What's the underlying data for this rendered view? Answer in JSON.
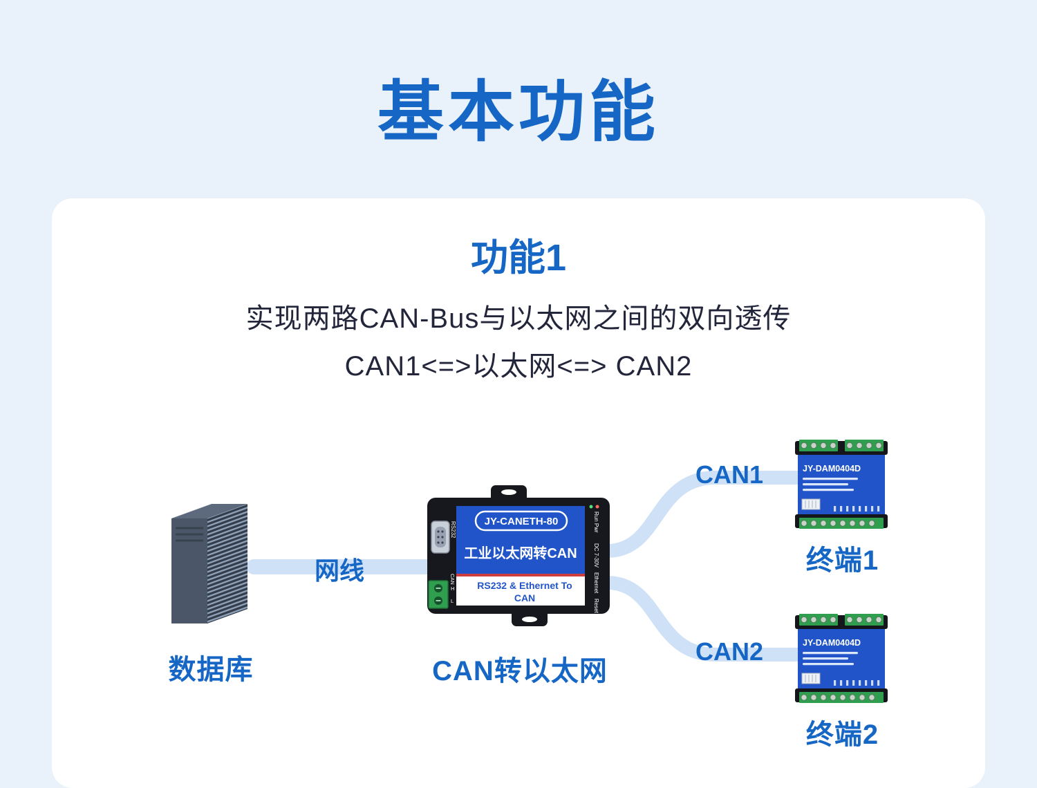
{
  "page": {
    "title": "基本功能",
    "colors": {
      "background": "#e9f1fb",
      "accent_blue": "#1667c5",
      "connector_blue": "#cfe1f6",
      "device_blue": "#2154c8",
      "device_black": "#17181d",
      "terminal_green": "#2f9e4f"
    }
  },
  "card": {
    "heading": "功能1",
    "description_line1": "实现两路CAN-Bus与以太网之间的双向透传",
    "description_line2": "CAN1<=>以太网<=> CAN2"
  },
  "diagram": {
    "database": {
      "label": "数据库"
    },
    "cable": {
      "label": "网线"
    },
    "converter": {
      "label": "CAN转以太网",
      "model": "JY-CANETH-80",
      "name_cn": "工业以太网转CAN",
      "name_en_line1": "RS232 & Ethernet To",
      "name_en_line2": "CAN",
      "left_port_top": "RS232",
      "left_port_bottom": "CAN",
      "pin_h": "H",
      "pin_l": "L",
      "side_leds": "Run Pwr",
      "side_power": "DC 7-30V",
      "side_ethernet": "Ethernet",
      "side_reset": "Reset"
    },
    "link1": {
      "label": "CAN1"
    },
    "link2": {
      "label": "CAN2"
    },
    "terminal1": {
      "model": "JY-DAM0404D",
      "label": "终端1"
    },
    "terminal2": {
      "model": "JY-DAM0404D",
      "label": "终端2"
    }
  }
}
